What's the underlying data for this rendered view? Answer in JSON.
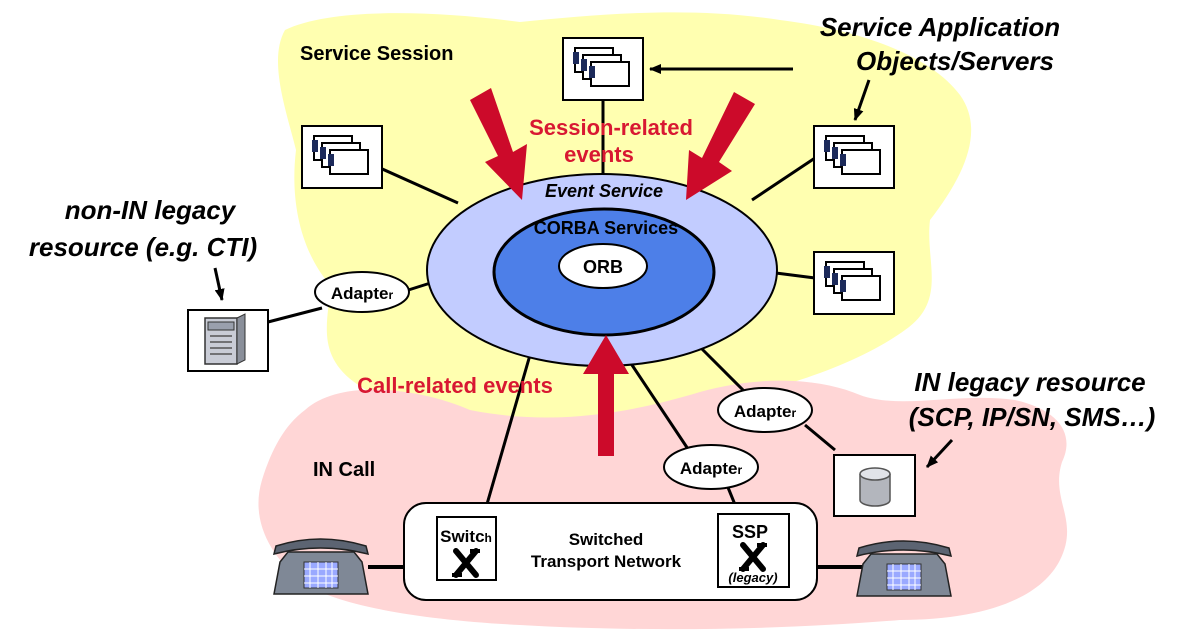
{
  "labels": {
    "service_session": "Service Session",
    "service_objects_line1": "Service Application",
    "service_objects_line2": "Objects/Servers",
    "session_events_line1": "Session-related",
    "session_events_line2": "events",
    "event_service": "Event Service",
    "corba_services": "CORBA Services",
    "orb": "ORB",
    "non_in_line1": "non-IN legacy",
    "non_in_line2": "resource (e.g. CTI)",
    "adapter_main": "Adapte",
    "adapter_suffix": "r",
    "call_events": "Call-related events",
    "in_legacy_line1": "IN legacy resource",
    "in_legacy_line2": "(SCP, IP/SN, SMS…)",
    "in_call": "IN Call",
    "switch_main": "Switc",
    "switch_suffix": "h",
    "network_line1": "Switched",
    "network_line2": "Transport Network",
    "ssp": "SSP",
    "ssp_legacy": "(legacy)"
  },
  "colors": {
    "service_region": "#ffffb0",
    "call_region": "#ffd6d6",
    "outer_ellipse": "#c2ccff",
    "corba_ellipse": "#4d7fe8",
    "event_arrow": "#cc0a2a",
    "event_text": "#d81832"
  },
  "icons": {
    "application_object": "stacked-windows-icon",
    "cti_server": "server-cabinet-icon",
    "database": "database-cylinder-icon",
    "telephone": "desk-telephone-icon",
    "switch": "cross-switch-icon"
  }
}
